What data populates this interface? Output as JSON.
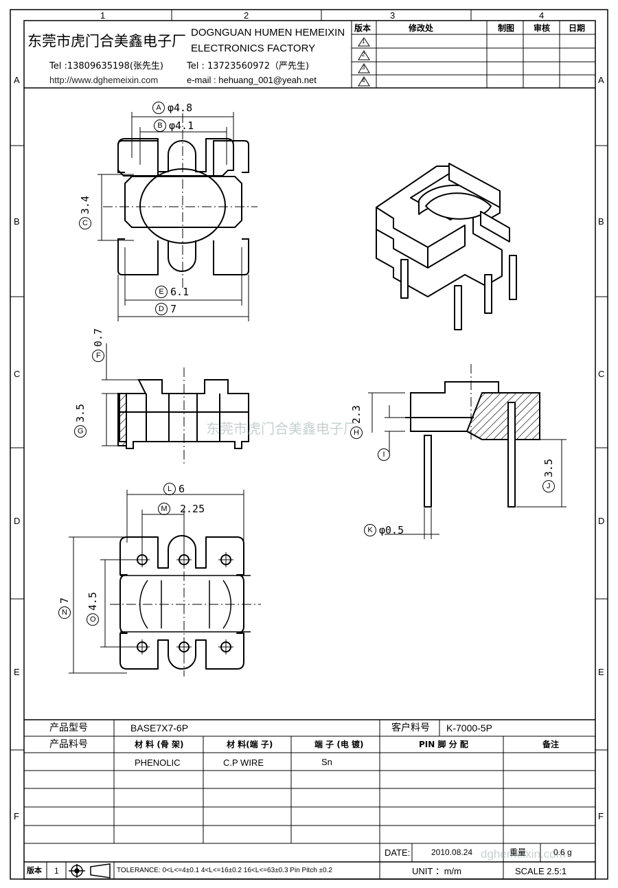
{
  "frame": {
    "col_markers": [
      "1",
      "2",
      "3",
      "4"
    ],
    "row_markers": [
      "A",
      "B",
      "C",
      "D",
      "E",
      "F"
    ]
  },
  "company": {
    "name_cn": "东莞市虎门合美鑫电子厂",
    "name_en_line1": "DOGNGUAN HUMEN HEMEIXIN",
    "name_en_line2": "ELECTRONICS FACTORY",
    "tel1": "Tel :13809635198(张先生)",
    "tel2": "Tel : 13723560972（严先生)",
    "website": "http://www.dghemeixin.com",
    "email": "e-mail : hehuang_001@yeah.net"
  },
  "revision_table": {
    "headers": [
      "版本",
      "修改处",
      "制图",
      "审核",
      "日期"
    ],
    "rows": [
      "1",
      "2",
      "3",
      "4"
    ]
  },
  "dimensions": {
    "A": {
      "letter": "A",
      "value": "φ4.8"
    },
    "B": {
      "letter": "B",
      "value": "φ4.1"
    },
    "C": {
      "letter": "C",
      "value": "3.4"
    },
    "D": {
      "letter": "D",
      "value": "7"
    },
    "E": {
      "letter": "E",
      "value": "6.1"
    },
    "F": {
      "letter": "F",
      "value": "0.7"
    },
    "G": {
      "letter": "G",
      "value": "3.5"
    },
    "H": {
      "letter": "H",
      "value": "2.3"
    },
    "I": {
      "letter": "I",
      "value": ""
    },
    "J": {
      "letter": "J",
      "value": "3.5"
    },
    "K": {
      "letter": "K",
      "value": "φ0.5"
    },
    "L": {
      "letter": "L",
      "value": "6"
    },
    "M": {
      "letter": "M",
      "value": "2.25"
    },
    "N": {
      "letter": "N",
      "value": "7"
    },
    "O": {
      "letter": "O",
      "value": "4.5"
    }
  },
  "watermark": "东莞市虎门合美鑫电子厂",
  "watermark_url": "dghemeixin.com",
  "info_table": {
    "product_model_label": "产品型号",
    "product_model": "BASE7X7-6P",
    "customer_part_label": "客户料号",
    "customer_part": "K-7000-5P",
    "product_part_label": "产品料号",
    "col_material_frame": "材 料 (骨 架)",
    "col_material_terminal": "材 料(端 子)",
    "col_terminal_plating": "端 子 (电 镀)",
    "col_pin": "PIN 脚 分 配",
    "col_remark": "备注",
    "material_frame": "PHENOLIC",
    "material_terminal": "C.P WIRE",
    "terminal_plating": "Sn",
    "date_label": "DATE:",
    "date": "2010.08.24",
    "unit": "UNIT ：m/m",
    "scale": "SCALE  2.5:1",
    "version_label": "版本",
    "version": "1",
    "tolerance": "TOLERANCE:  0<L<=4±0.1  4<L<=16±0.2  16<L<=63±0.3  Pin Pitch  ±0.2",
    "weight_label": "重量",
    "weight": "0.6 g"
  }
}
